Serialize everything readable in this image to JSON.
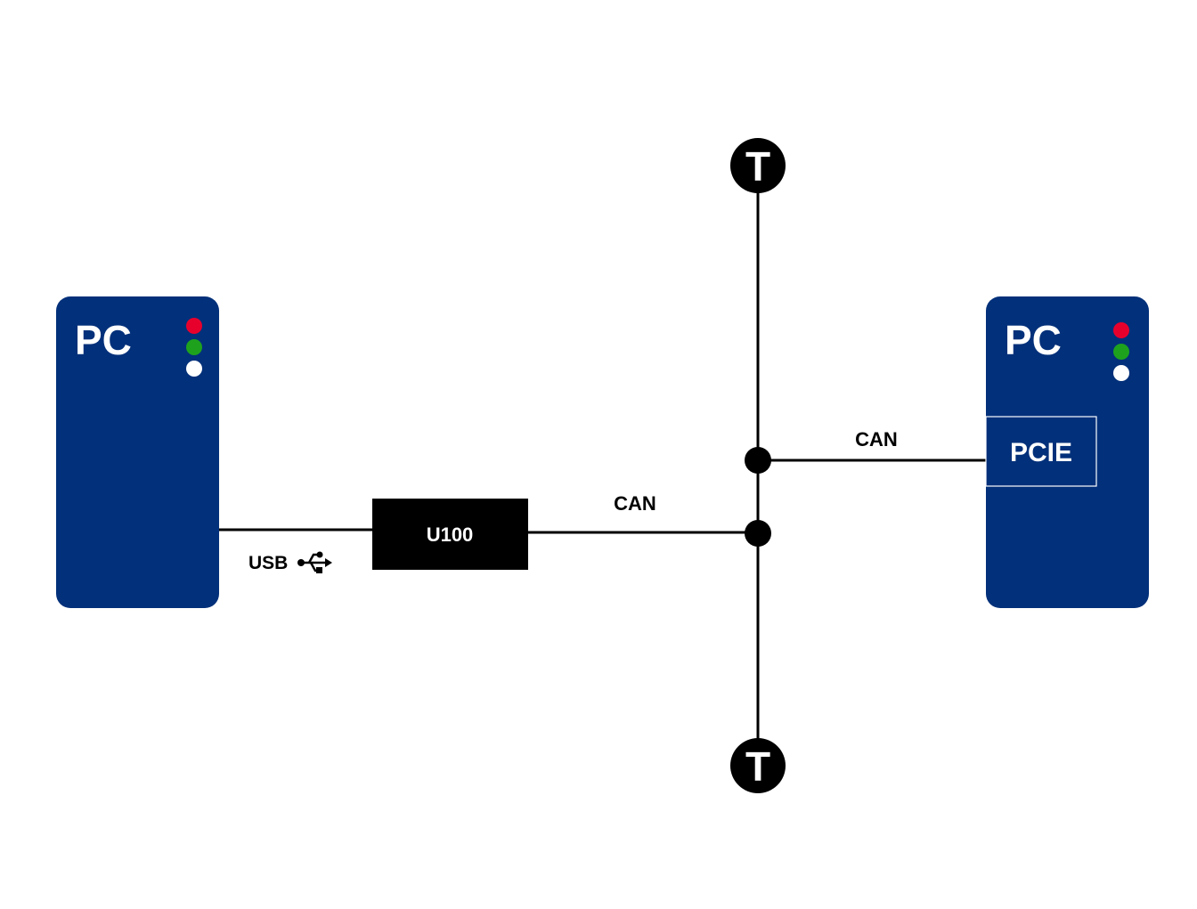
{
  "left_pc": {
    "label": "PC",
    "led_colors": [
      "#e8002d",
      "#1ea21e",
      "#ffffff"
    ]
  },
  "right_pc": {
    "label": "PC",
    "led_colors": [
      "#e8002d",
      "#1ea21e",
      "#ffffff"
    ],
    "card_label": "PCIE"
  },
  "usb_link": {
    "label": "USB",
    "icon": "usb-icon"
  },
  "adapter": {
    "label": "U100"
  },
  "can_links": {
    "adapter_label": "CAN",
    "pcie_label": "CAN"
  },
  "terminators": {
    "top_label": "T",
    "bottom_label": "T"
  },
  "colors": {
    "pc_body": "#03307a",
    "adapter_body": "#000000",
    "wire": "#000000",
    "text_on_dark": "#ffffff",
    "text_on_light": "#000000"
  }
}
